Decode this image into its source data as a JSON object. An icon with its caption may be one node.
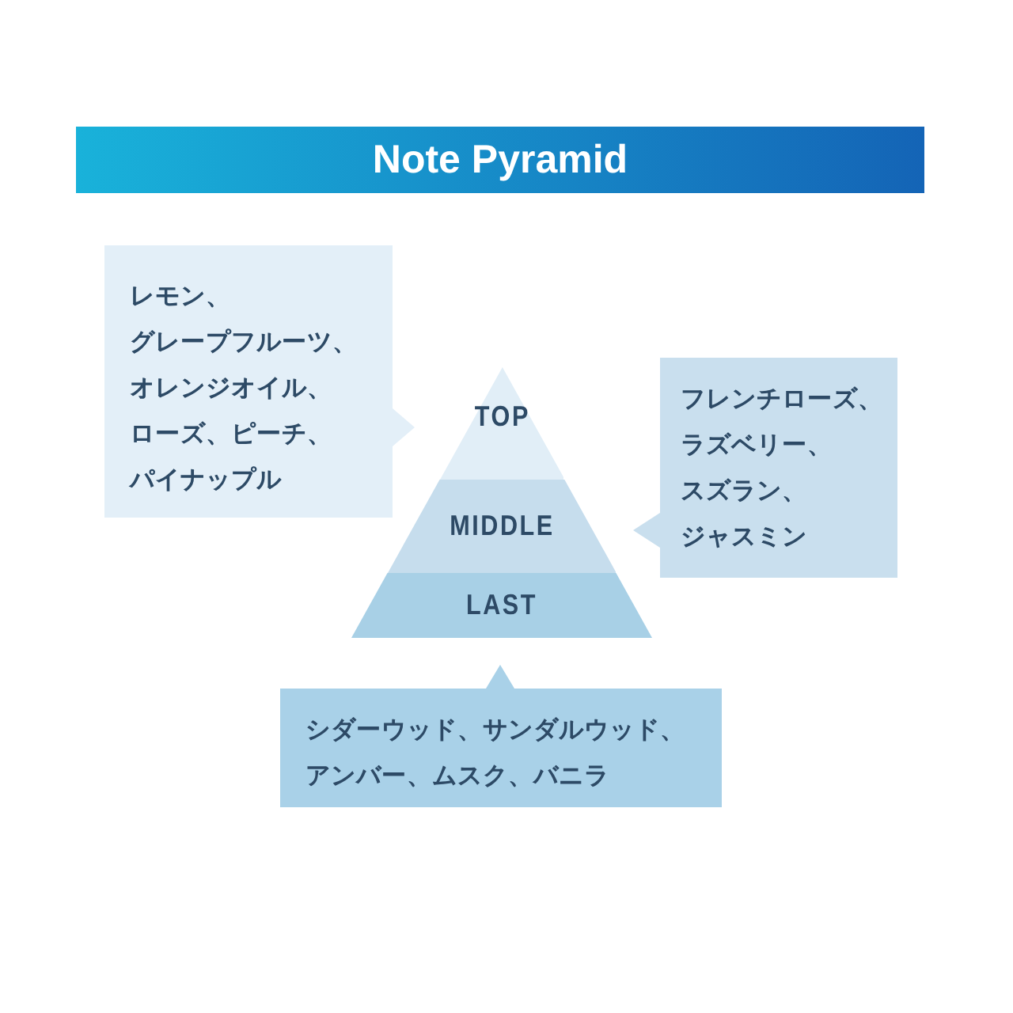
{
  "diagram": {
    "title": "Note Pyramid",
    "nodes": [
      {
        "text": [
          "TOP"
        ]
      },
      {
        "text": [
          "MIDDLE"
        ]
      },
      {
        "text": [
          "LAST"
        ]
      },
      {
        "text": [
          "レモン、グレープフルーツ、オレンジオイル、ローズ、ピーチ、パイナップル"
        ]
      },
      {
        "text": [
          "フレンチローズ、ラズベリー、スズラン、ジャスミン"
        ]
      },
      {
        "text": [
          "シダーウッド、サンダルウッド、アンバー、ムスク、バニラ"
        ]
      }
    ]
  }
}
